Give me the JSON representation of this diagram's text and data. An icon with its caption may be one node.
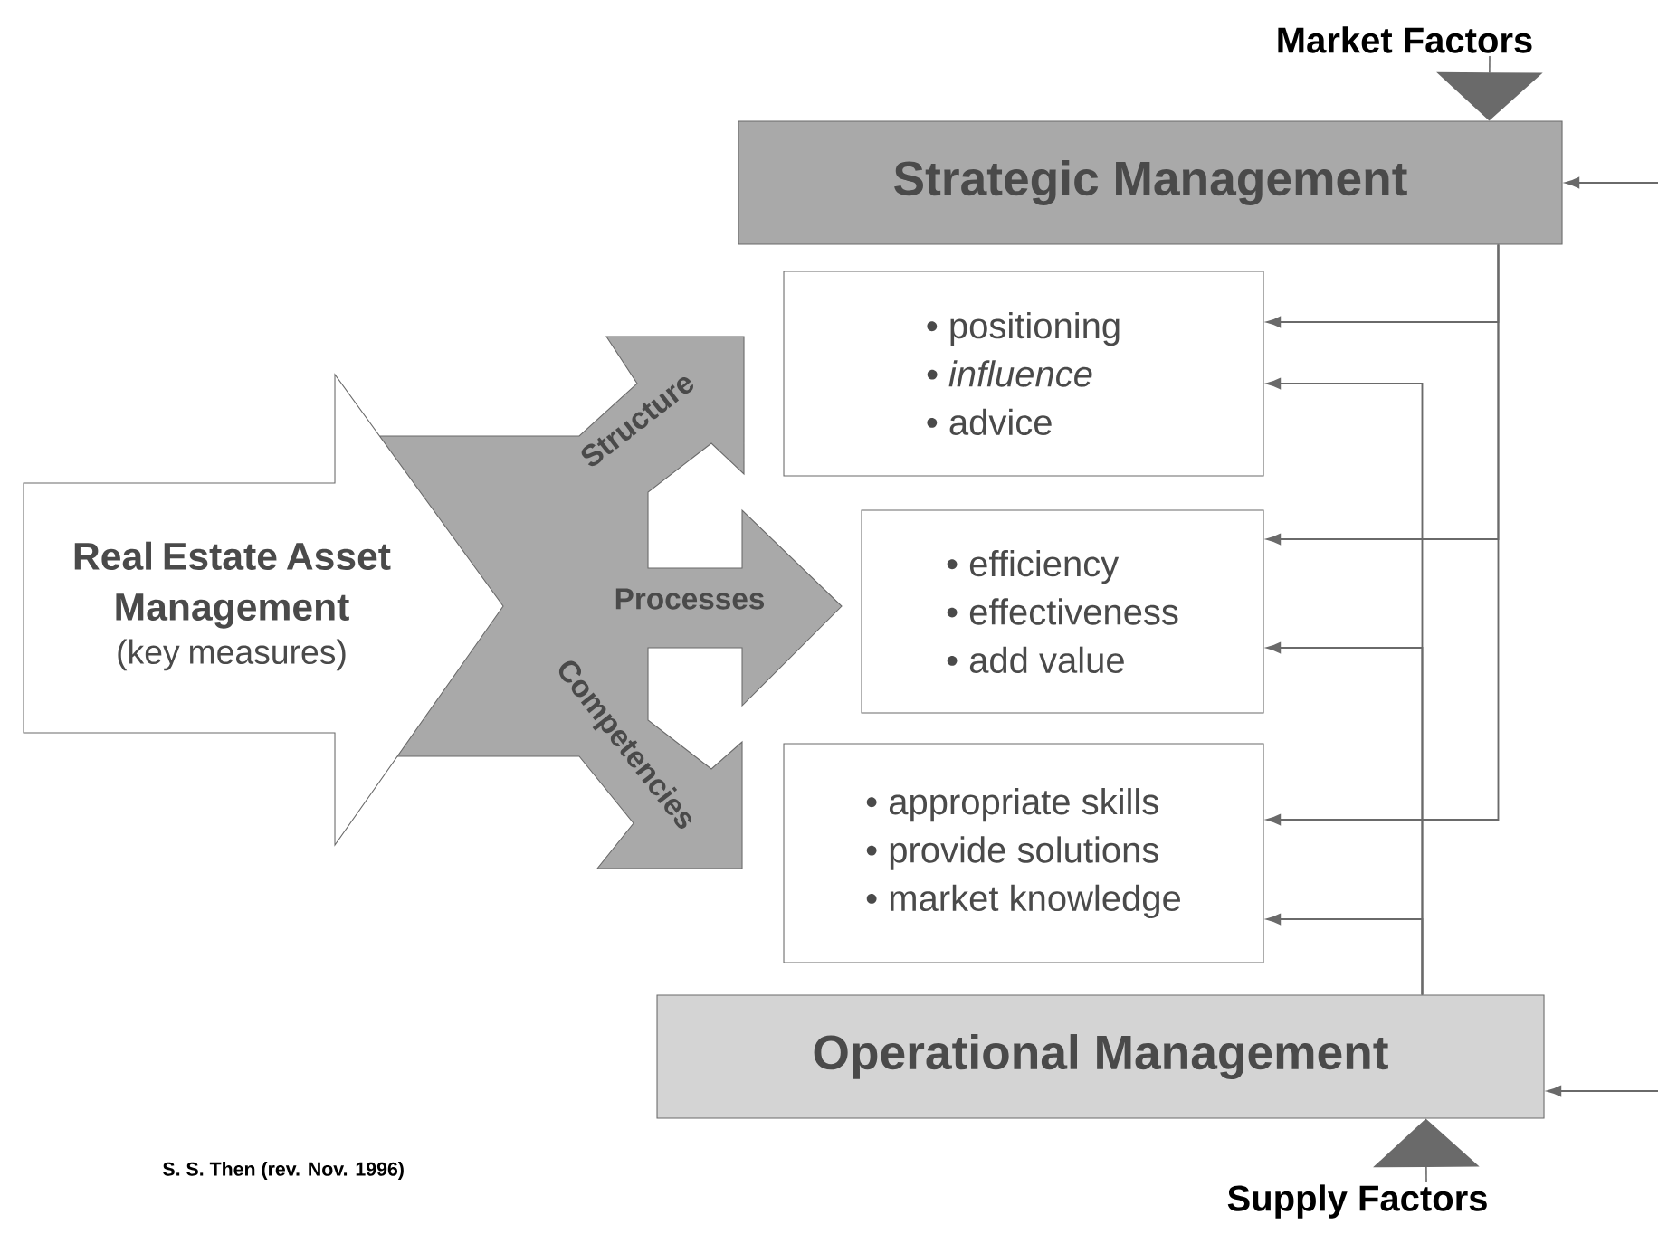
{
  "diagram": {
    "nodes": [
      {
        "text": [
          "Market Factors"
        ]
      },
      {
        "text": [
          "Strategic Management"
        ]
      },
      {
        "text": [
          "• positioning",
          "• influence",
          "• advice"
        ]
      },
      {
        "text": [
          "• efficiency",
          "• effectiveness",
          "• add value"
        ]
      },
      {
        "text": [
          "• appropriate skills",
          "• provide solutions",
          "• market knowledge"
        ]
      },
      {
        "text": [
          "Operational Management"
        ]
      },
      {
        "text": [
          "Supply Factors"
        ]
      },
      {
        "text": [
          "Real Estate Asset Management",
          "(key measures)"
        ]
      },
      {
        "text": [
          "Structure",
          "Processes",
          "Competencies"
        ]
      }
    ],
    "edges": [
      {
        "from": 0,
        "to": 1,
        "arrow": "to"
      },
      {
        "from": 6,
        "to": 5,
        "arrow": "to"
      },
      {
        "from": 1,
        "to": 2,
        "arrow": "to"
      },
      {
        "from": 1,
        "to": 3,
        "arrow": "to"
      },
      {
        "from": 1,
        "to": 4,
        "arrow": "to"
      },
      {
        "from": 5,
        "to": 2,
        "arrow": "to"
      },
      {
        "from": 5,
        "to": 3,
        "arrow": "to"
      },
      {
        "from": 5,
        "to": 4,
        "arrow": "to"
      },
      {
        "from": null,
        "to": 1,
        "arrow": "to"
      },
      {
        "from": null,
        "to": 5,
        "arrow": "to"
      }
    ],
    "labels": [
      "S. S. Then (rev. Nov. 1996)"
    ]
  }
}
